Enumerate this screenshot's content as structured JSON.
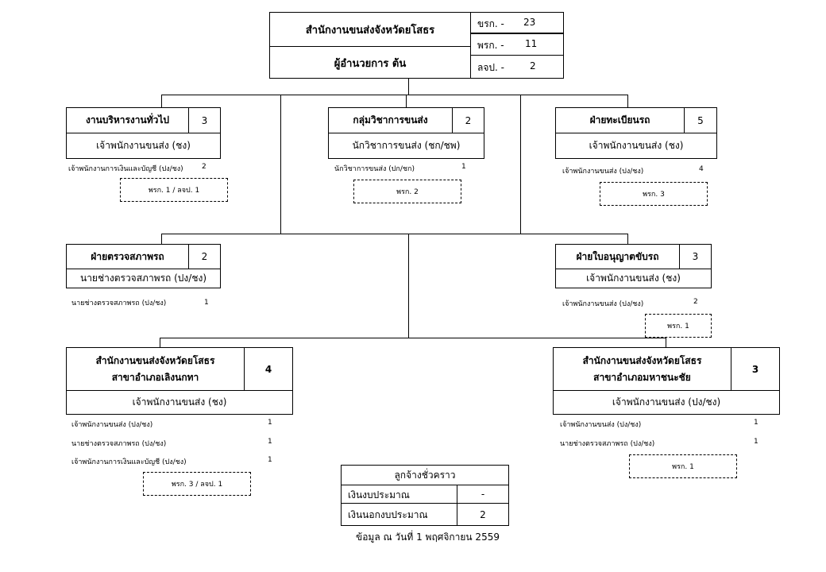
{
  "top": {
    "title": "สำนักงานขนส่งจังหวัดยโสธร",
    "subtitle": "ผู้อำนวยการ ต้น",
    "stats": [
      {
        "label": "ขรก. -",
        "value": "23"
      },
      {
        "label": "พรก. -",
        "value": "11"
      },
      {
        "label": "ลจป. -",
        "value": "2"
      }
    ]
  },
  "general": {
    "title": "งานบริหารงานทั่วไป",
    "count": "3",
    "sub": "เจ้าพนักงานขนส่ง (ชง)",
    "row_label": "เจ้าพนักงานการเงินและบัญชี (ปง/ชง)",
    "row_num": "2",
    "note": "พรก. 1  /  ลจป. 1"
  },
  "academic": {
    "title": "กลุ่มวิชาการขนส่ง",
    "count": "2",
    "sub": "นักวิชาการขนส่ง (ชก/ชพ)",
    "row_label": "นักวิชาการขนส่ง (ปก/ชก)",
    "row_num": "1",
    "note": "พรก. 2"
  },
  "registration": {
    "title": "ฝ่ายทะเบียนรถ",
    "count": "5",
    "sub": "เจ้าพนักงานขนส่ง (ชง)",
    "row_label": "เจ้าพนักงานขนส่ง (ปง/ชง)",
    "row_num": "4",
    "note": "พรก. 3"
  },
  "inspection": {
    "title": "ฝ่ายตรวจสภาพรถ",
    "count": "2",
    "sub": "นายช่างตรวจสภาพรถ (ปง/ชง)",
    "row_label": "นายช่างตรวจสภาพรถ (ปง/ชง)",
    "row_num": "1"
  },
  "license": {
    "title": "ฝ่ายใบอนุญาตขับรถ",
    "count": "3",
    "sub": "เจ้าพนักงานขนส่ง (ชง)",
    "row_label": "เจ้าพนักงานขนส่ง (ปง/ชง)",
    "row_num": "2",
    "note": "พรก. 1"
  },
  "branch1": {
    "title_line1": "สำนักงานขนส่งจังหวัดยโสธร",
    "title_line2": "สาขาอำเภอเลิงนกทา",
    "count": "4",
    "sub": "เจ้าพนักงานขนส่ง (ชง)",
    "rows": [
      {
        "label": "เจ้าพนักงานขนส่ง (ปง/ชง)",
        "num": "1"
      },
      {
        "label": "นายช่างตรวจสภาพรถ (ปง/ชง)",
        "num": "1"
      },
      {
        "label": "เจ้าพนักงานการเงินและบัญชี (ปง/ชง)",
        "num": "1"
      }
    ],
    "note": "พรก. 3  /  ลจป. 1"
  },
  "branch2": {
    "title_line1": "สำนักงานขนส่งจังหวัดยโสธร",
    "title_line2": "สาขาอำเภอมหาชนะชัย",
    "count": "3",
    "sub": "เจ้าพนักงานขนส่ง (ปง/ชง)",
    "rows": [
      {
        "label": "เจ้าพนักงานขนส่ง (ปง/ชง)",
        "num": "1"
      },
      {
        "label": "นายช่างตรวจสภาพรถ (ปง/ชง)",
        "num": "1"
      }
    ],
    "note": "พรก. 1"
  },
  "temp": {
    "title": "ลูกจ้างชั่วคราว",
    "rows": [
      {
        "label": "เงินงบประมาณ",
        "value": "-"
      },
      {
        "label": "เงินนอกงบประมาณ",
        "value": "2"
      }
    ]
  },
  "footer": "ข้อมูล ณ วันที่ 1 พฤศจิกายน 2559"
}
